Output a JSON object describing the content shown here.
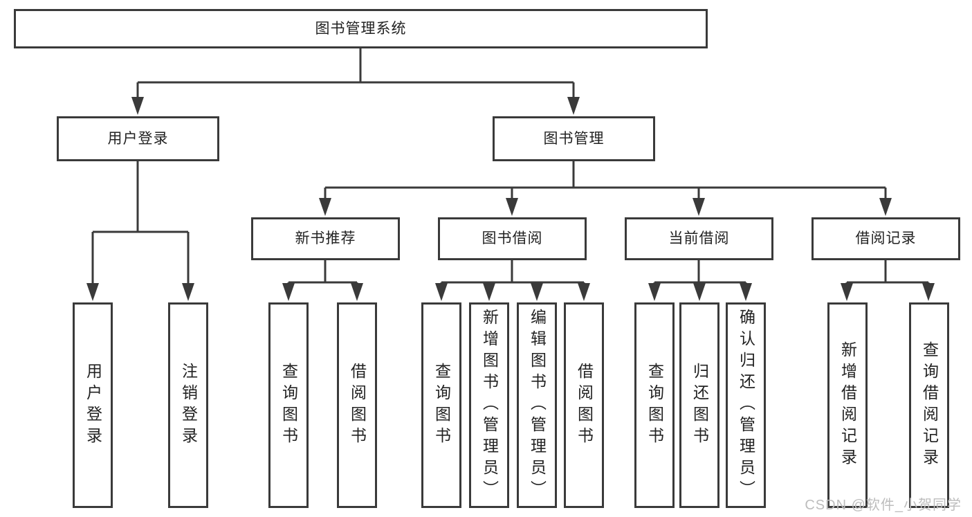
{
  "diagram": {
    "watermark": "CSDN @软件_小贺同学",
    "colors": {
      "line": "#3a3a3a",
      "box_background": "#ffffff",
      "text": "#222222",
      "watermark": "#bdbdbd"
    },
    "tree": {
      "label": "图书管理系统",
      "children": [
        {
          "label": "用户登录",
          "children": [
            {
              "label": "用户登录"
            },
            {
              "label": "注销登录"
            }
          ]
        },
        {
          "label": "图书管理",
          "children": [
            {
              "label": "新书推荐",
              "children": [
                {
                  "label": "查询图书"
                },
                {
                  "label": "借阅图书"
                }
              ]
            },
            {
              "label": "图书借阅",
              "children": [
                {
                  "label": "查询图书"
                },
                {
                  "label": "新增图书（管理员）"
                },
                {
                  "label": "编辑图书（管理员）"
                },
                {
                  "label": "借阅图书"
                }
              ]
            },
            {
              "label": "当前借阅",
              "children": [
                {
                  "label": "查询图书"
                },
                {
                  "label": "归还图书"
                },
                {
                  "label": "确认归还（管理员）"
                }
              ]
            },
            {
              "label": "借阅记录",
              "children": [
                {
                  "label": "新增借阅记录"
                },
                {
                  "label": "查询借阅记录"
                }
              ]
            }
          ]
        }
      ]
    }
  }
}
